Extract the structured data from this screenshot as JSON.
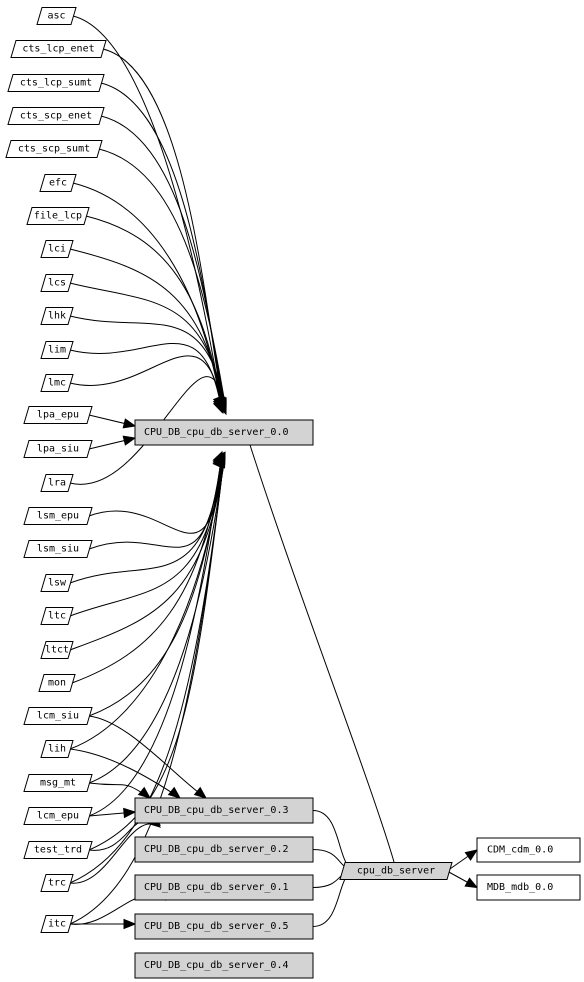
{
  "diagram": {
    "source_nodes": [
      "asc",
      "cts_lcp_enet",
      "cts_lcp_sumt",
      "cts_scp_enet",
      "cts_scp_sumt",
      "efc",
      "file_lcp",
      "lci",
      "lcs",
      "lhk",
      "lim",
      "lmc",
      "lpa_epu",
      "lpa_siu",
      "lra",
      "lsm_epu",
      "lsm_siu",
      "lsw",
      "ltc",
      "ltct",
      "mon",
      "lcm_siu",
      "lih",
      "msg_mt",
      "lcm_epu",
      "test_trd",
      "trc",
      "itc"
    ],
    "server_nodes": [
      "CPU_DB_cpu_db_server_0.0",
      "CPU_DB_cpu_db_server_0.3",
      "CPU_DB_cpu_db_server_0.2",
      "CPU_DB_cpu_db_server_0.1",
      "CPU_DB_cpu_db_server_0.5",
      "CPU_DB_cpu_db_server_0.4"
    ],
    "hub_node": "cpu_db_server",
    "target_nodes": [
      "CDM_cdm_0.0",
      "MDB_mdb_0.0"
    ]
  }
}
